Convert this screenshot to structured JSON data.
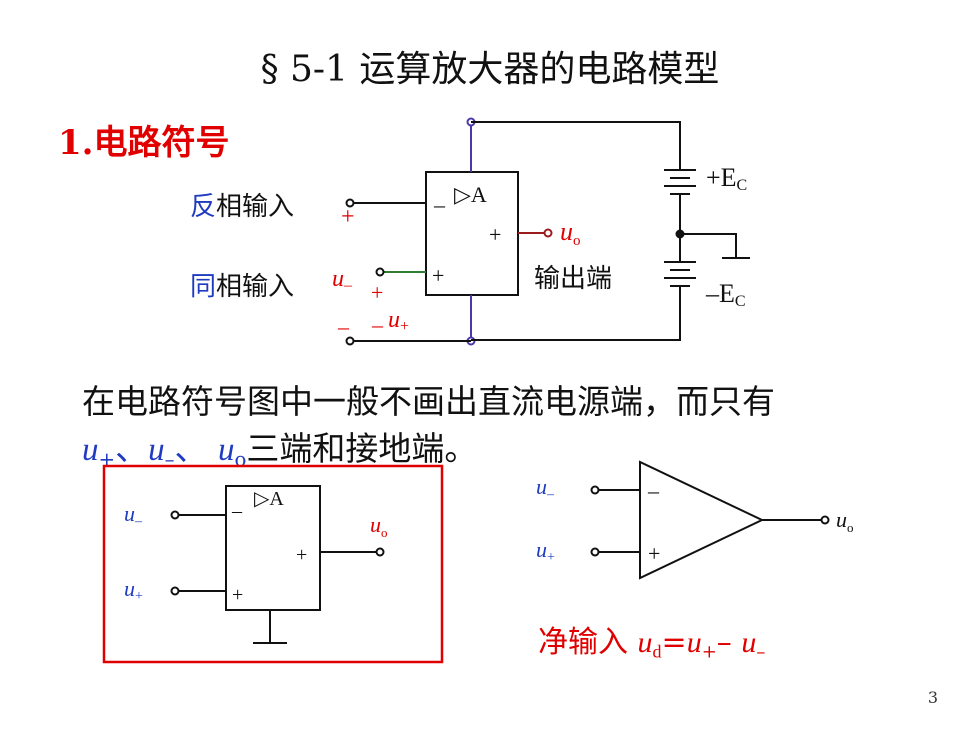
{
  "title": "§ 5-1  运算放大器的电路模型",
  "section": "1.电路符号",
  "top_diagram": {
    "inverting_input_label": {
      "first": "反",
      "rest": "相输入"
    },
    "noninverting_input_label": {
      "first": "同",
      "rest": "相输入"
    },
    "amp_symbol": "▷A",
    "minus": "–",
    "plus": "+",
    "u_minus": "u",
    "u_minus_sub": "–",
    "u_plus": "u",
    "u_plus_sub": "+",
    "u_out": "u",
    "u_out_sub": "o",
    "output_label": "输出端",
    "supply_pos": "+E",
    "supply_neg": "–E",
    "supply_sub": "C"
  },
  "body_line1": "在电路符号图中一般不画出直流电源端，而只有",
  "body_line2": {
    "u": "u",
    "sub_plus": "+",
    "sub_minus": "–",
    "sub_o": "o",
    "sep": "、",
    "tail": "三端和接地端。"
  },
  "box_diagram": {
    "amp_symbol": "▷A",
    "minus": "–",
    "plus": "+"
  },
  "triangle_diagram": {
    "minus": "–",
    "plus": "+"
  },
  "net_input": {
    "label": "净输入",
    "formula_u": "u",
    "sub_d": "d",
    "eq": "=",
    "minus_op": "– ",
    "sub_plus": "+",
    "sub_minus": "–"
  },
  "page_number": "3",
  "colors": {
    "red": "#e00000",
    "blue": "#1f3bbf",
    "dark_red": "#9b1c1c",
    "green": "#2e7d32",
    "purple": "#4a3aa8"
  }
}
